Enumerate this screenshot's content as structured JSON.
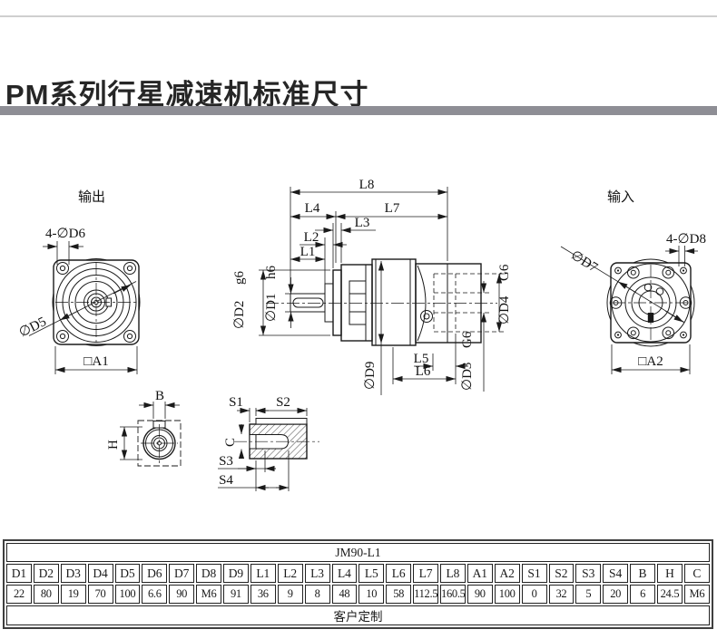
{
  "page": {
    "title": "PM系列行星减速机标准尺寸"
  },
  "views": {
    "output": {
      "title": "输出",
      "dim_bolt_holes": "4-∅D6",
      "dim_flange_dia": "∅D5",
      "dim_square": "□A1"
    },
    "side": {
      "l8": "L8",
      "l4": "L4",
      "l7": "L7",
      "l3": "L3",
      "l2": "L2",
      "l1": "L1",
      "d2": "∅D2",
      "d2_fit": "g6",
      "d1": "∅D1",
      "d1_fit": "h6",
      "d9": "∅D9",
      "l5": "L5",
      "l6": "L6",
      "d4": "∅D4",
      "d4_fit": "G6",
      "d3": "∅D3",
      "d3_fit": "G6"
    },
    "input": {
      "title": "输入",
      "dim_flange_dia": "∅D7",
      "dim_bolt_holes": "4-∅D8",
      "dim_square": "□A2"
    },
    "shaft_section": {
      "dim_key_width": "B",
      "dim_height": "H"
    },
    "bushing": {
      "s1": "S1",
      "s2": "S2",
      "c": "C",
      "s3": "S3",
      "s4": "S4"
    }
  },
  "table": {
    "model": "JM90-L1",
    "columns": [
      "D1",
      "D2",
      "D3",
      "D4",
      "D5",
      "D6",
      "D7",
      "D8",
      "D9",
      "L1",
      "L2",
      "L3",
      "L4",
      "L5",
      "L6",
      "L7",
      "L8",
      "A1",
      "A2",
      "S1",
      "S2",
      "S3",
      "S4",
      "B",
      "H",
      "C"
    ],
    "values": [
      "22",
      "80",
      "19",
      "70",
      "100",
      "6.6",
      "90",
      "M6",
      "91",
      "36",
      "9",
      "8",
      "48",
      "10",
      "58",
      "112.5",
      "160.5",
      "90",
      "100",
      "0",
      "32",
      "5",
      "20",
      "6",
      "24.5",
      "M6"
    ],
    "footer": "客户定制"
  }
}
